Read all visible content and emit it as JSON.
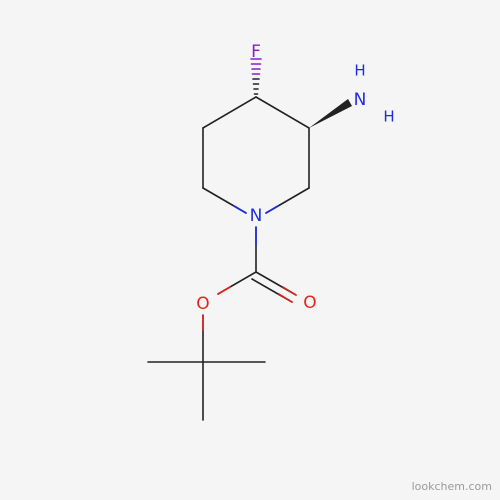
{
  "molecule": {
    "atoms": {
      "fluorine": "F",
      "amine_nitrogen": "N",
      "amine_h_top": "H",
      "amine_h_bottom": "H",
      "ring_nitrogen": "N",
      "ester_oxygen": "O",
      "carbonyl_oxygen": "O"
    }
  },
  "colors": {
    "background": "#f5f5f5",
    "bond": "#222222",
    "nitrogen": "#1f2be6",
    "oxygen": "#e3241b",
    "fluorine": "#8c1ec9",
    "watermark": "#9a9a9a"
  },
  "watermark": "lookchem.com"
}
